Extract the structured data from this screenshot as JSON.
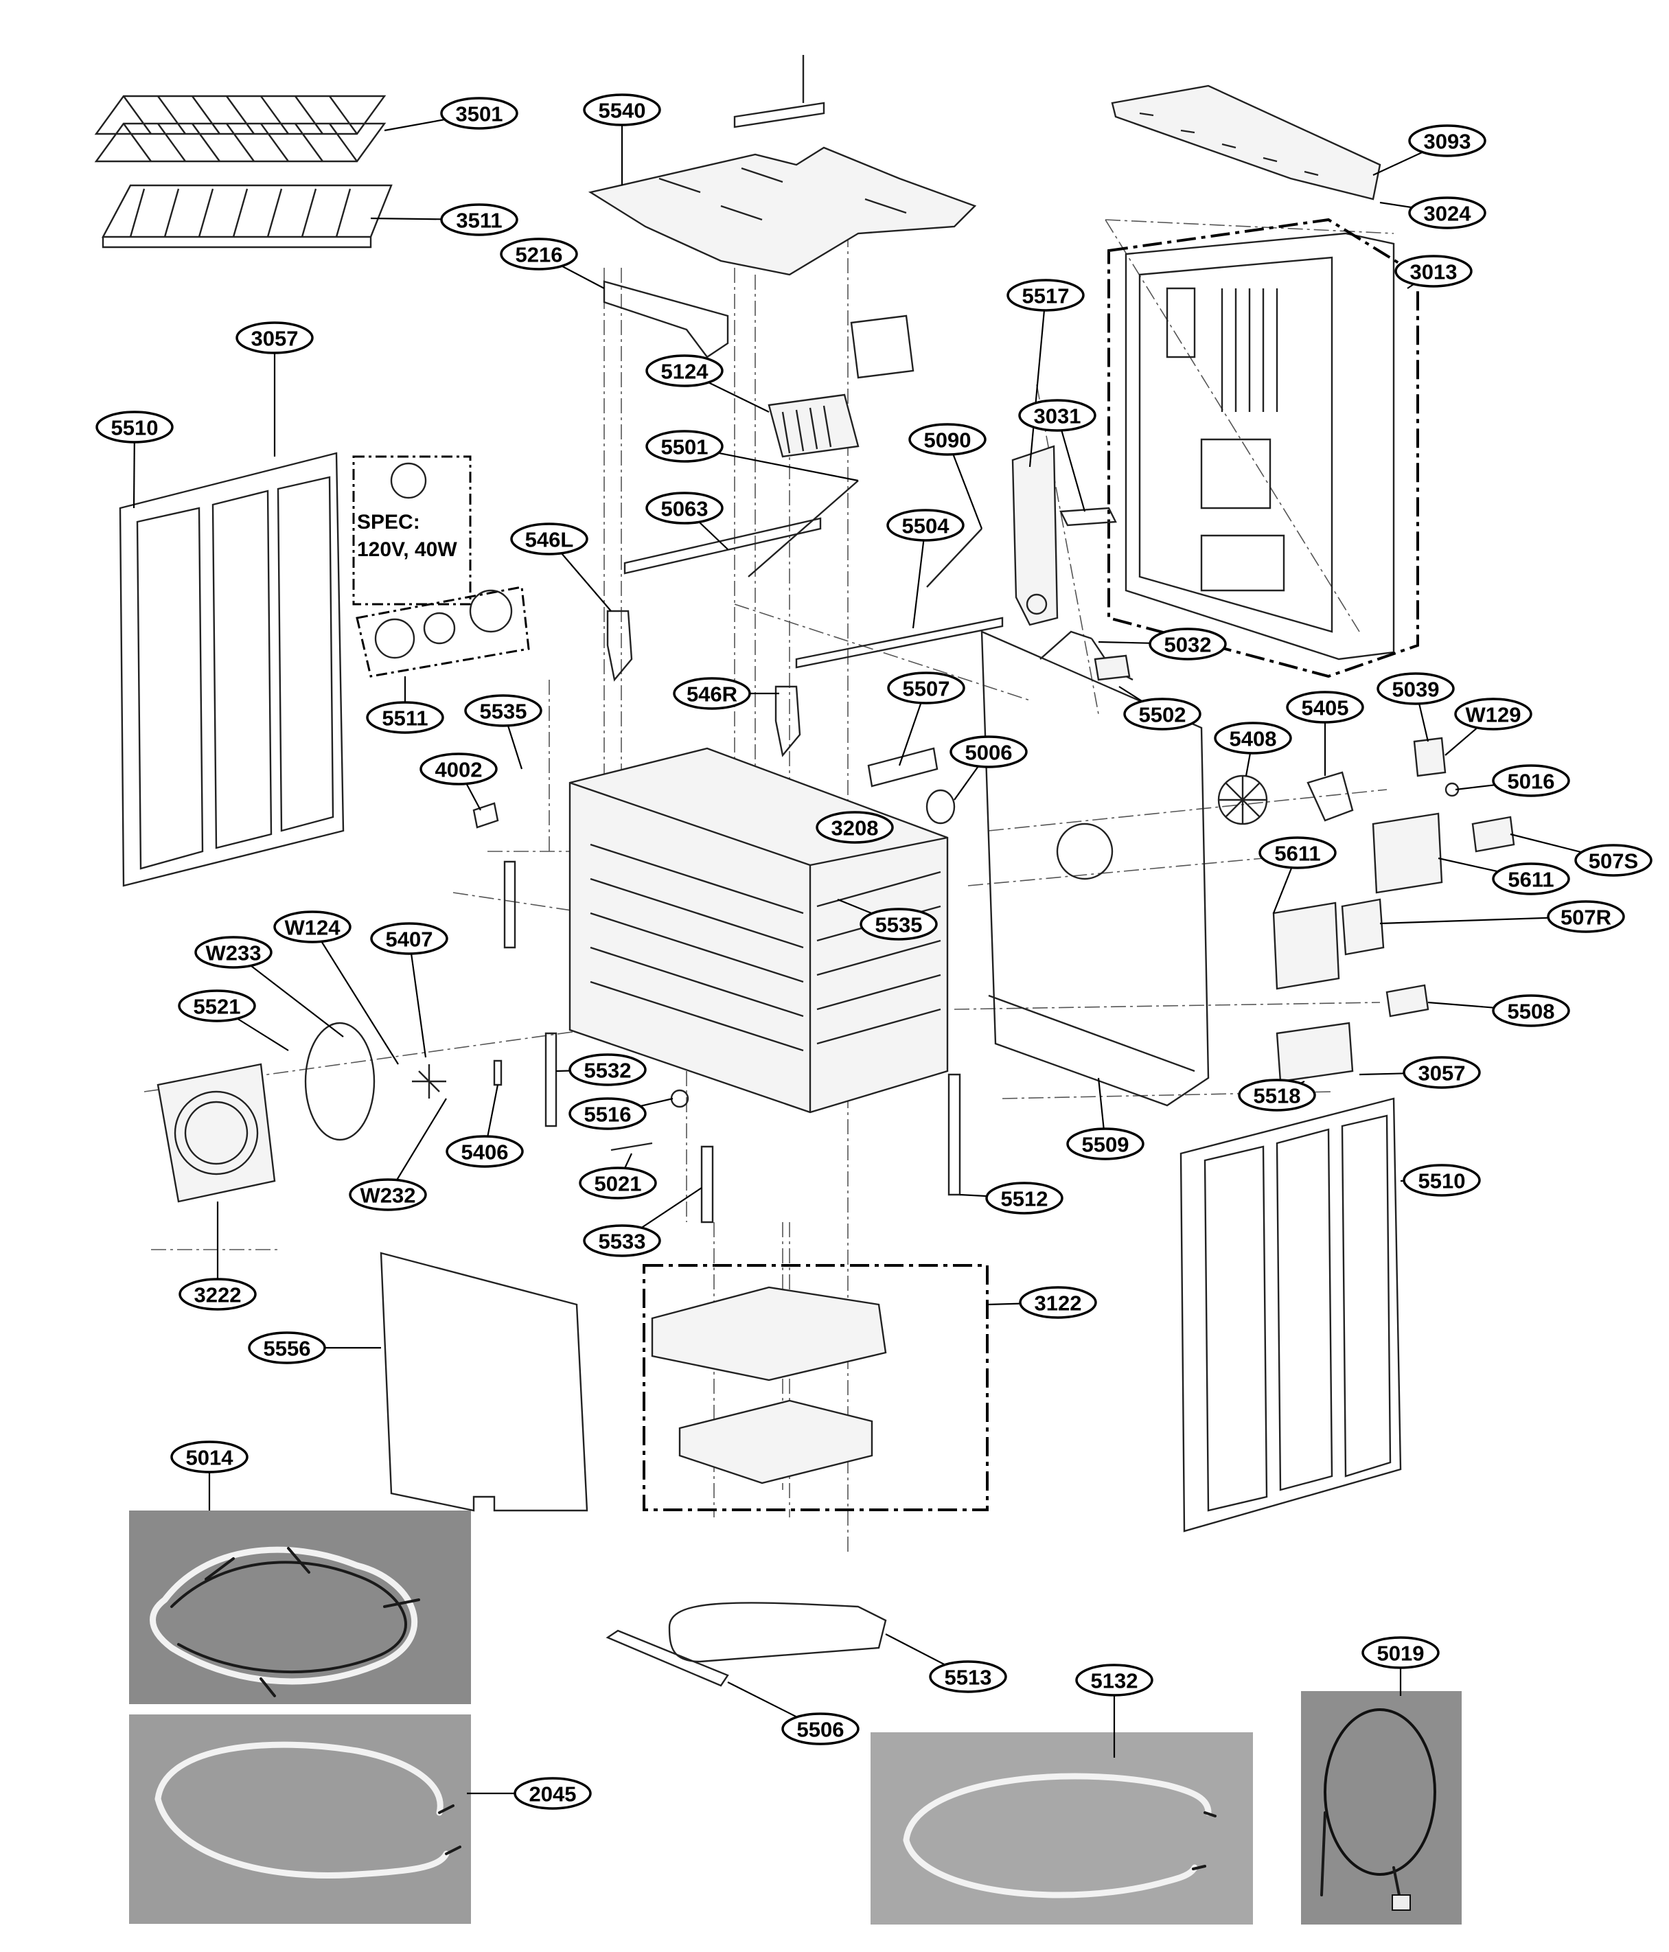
{
  "spec_note": {
    "line1": "SPEC:",
    "line2": "120V, 40W"
  },
  "callouts": [
    {
      "id": "c3501",
      "label": "3501"
    },
    {
      "id": "c3511",
      "label": "3511"
    },
    {
      "id": "c5540",
      "label": "5540"
    },
    {
      "id": "c3093",
      "label": "3093"
    },
    {
      "id": "c3024",
      "label": "3024"
    },
    {
      "id": "c5216",
      "label": "5216"
    },
    {
      "id": "c3013",
      "label": "3013"
    },
    {
      "id": "c3057a",
      "label": "3057"
    },
    {
      "id": "c5517",
      "label": "5517"
    },
    {
      "id": "c5124",
      "label": "5124"
    },
    {
      "id": "c5510a",
      "label": "5510"
    },
    {
      "id": "c3031",
      "label": "3031"
    },
    {
      "id": "c5501",
      "label": "5501"
    },
    {
      "id": "c5090",
      "label": "5090"
    },
    {
      "id": "c5063",
      "label": "5063"
    },
    {
      "id": "c546L",
      "label": "546L"
    },
    {
      "id": "c5504",
      "label": "5504"
    },
    {
      "id": "c5032",
      "label": "5032"
    },
    {
      "id": "c546R",
      "label": "546R"
    },
    {
      "id": "c5507",
      "label": "5507"
    },
    {
      "id": "c5039",
      "label": "5039"
    },
    {
      "id": "c5511",
      "label": "5511"
    },
    {
      "id": "c5535a",
      "label": "5535"
    },
    {
      "id": "c5502",
      "label": "5502"
    },
    {
      "id": "c5405",
      "label": "5405"
    },
    {
      "id": "cW129",
      "label": "W129"
    },
    {
      "id": "c5408",
      "label": "5408"
    },
    {
      "id": "c4002",
      "label": "4002"
    },
    {
      "id": "c5006",
      "label": "5006"
    },
    {
      "id": "c5016",
      "label": "5016"
    },
    {
      "id": "c3208",
      "label": "3208"
    },
    {
      "id": "c507S",
      "label": "507S"
    },
    {
      "id": "c5611a",
      "label": "5611"
    },
    {
      "id": "c5611b",
      "label": "5611"
    },
    {
      "id": "cW124",
      "label": "W124"
    },
    {
      "id": "c5407",
      "label": "5407"
    },
    {
      "id": "cW233",
      "label": "W233"
    },
    {
      "id": "c507R",
      "label": "507R"
    },
    {
      "id": "c5535b",
      "label": "5535"
    },
    {
      "id": "c5521",
      "label": "5521"
    },
    {
      "id": "c5508",
      "label": "5508"
    },
    {
      "id": "c5532",
      "label": "5532"
    },
    {
      "id": "c3057b",
      "label": "3057"
    },
    {
      "id": "c5518",
      "label": "5518"
    },
    {
      "id": "c5516",
      "label": "5516"
    },
    {
      "id": "c5406",
      "label": "5406"
    },
    {
      "id": "c5509",
      "label": "5509"
    },
    {
      "id": "c5510b",
      "label": "5510"
    },
    {
      "id": "cW232",
      "label": "W232"
    },
    {
      "id": "c5021",
      "label": "5021"
    },
    {
      "id": "c5512",
      "label": "5512"
    },
    {
      "id": "c5533",
      "label": "5533"
    },
    {
      "id": "c3222",
      "label": "3222"
    },
    {
      "id": "c3122",
      "label": "3122"
    },
    {
      "id": "c5556",
      "label": "5556"
    },
    {
      "id": "c5014",
      "label": "5014"
    },
    {
      "id": "c5019",
      "label": "5019"
    },
    {
      "id": "c5132",
      "label": "5132"
    },
    {
      "id": "c5513",
      "label": "5513"
    },
    {
      "id": "c5506",
      "label": "5506"
    },
    {
      "id": "c2045",
      "label": "2045"
    }
  ]
}
